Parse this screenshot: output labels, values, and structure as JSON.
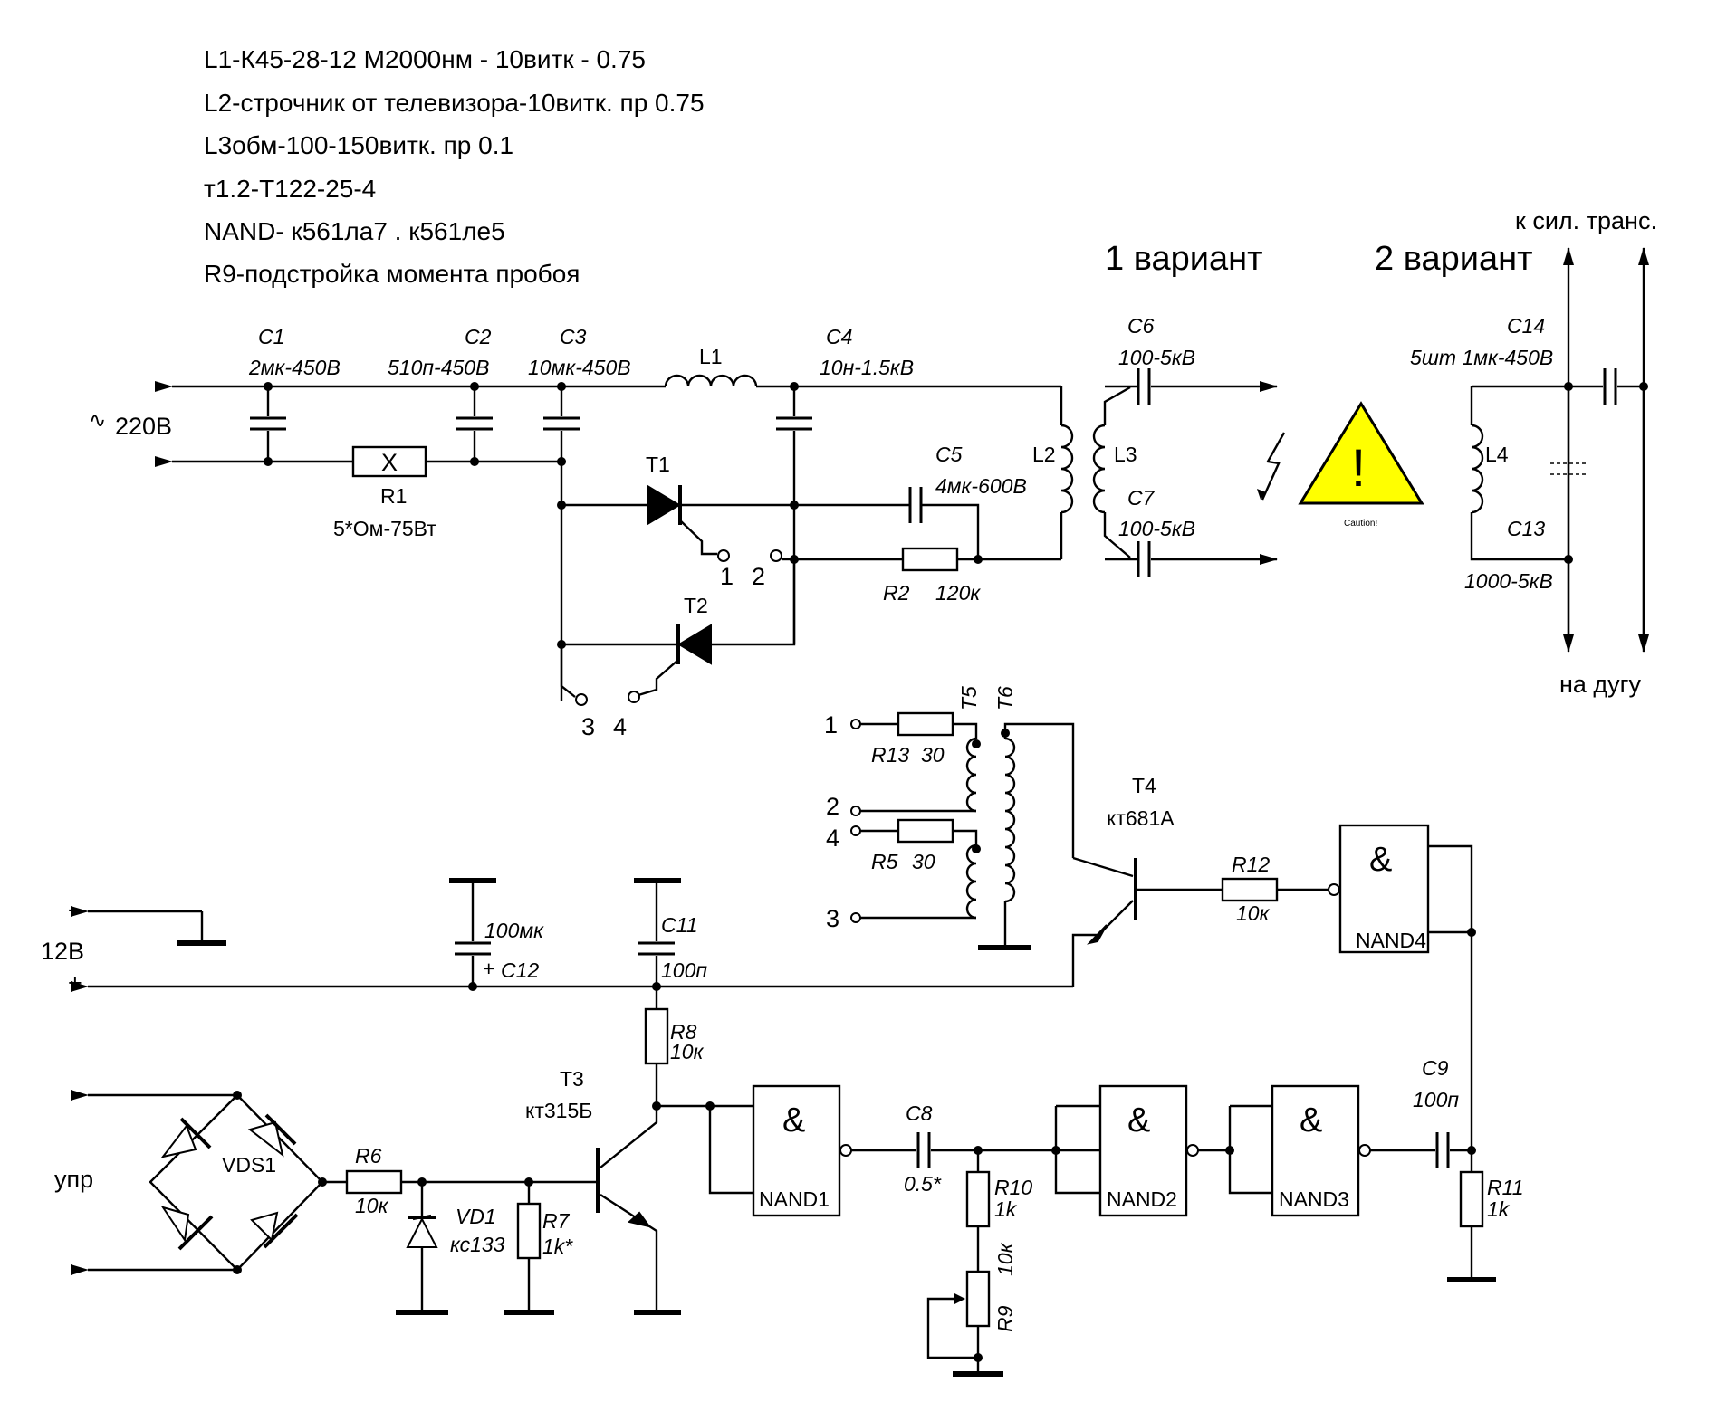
{
  "notes": [
    "L1-К45-28-12 М2000нм - 10витк - 0.75",
    "L2-строчник от телевизора-10витк. пр 0.75",
    "L3обм-100-150витк. пр 0.1",
    "т1.2-Т122-25-4",
    "NAND-    к561ла7 . к561ле5",
    "R9-подстройка момента пробоя"
  ],
  "headings": {
    "variant1": "1 вариант",
    "variant2": "2 вариант",
    "to_power_transformer": "к сил. транс.",
    "to_arc": "на дугу",
    "caution": "Caution!",
    "exclamation": "!"
  },
  "power": {
    "mains": "220В",
    "ac_symbol": "∿",
    "dc_voltage": "12В",
    "minus": "-",
    "plus": "+",
    "control": "упр"
  },
  "components": {
    "C1": {
      "ref": "C1",
      "value": "2мк-450В"
    },
    "C2": {
      "ref": "C2",
      "value": "510п-450В"
    },
    "C3": {
      "ref": "C3",
      "value": "10мк-450В"
    },
    "C4": {
      "ref": "C4",
      "value": "10н-1.5кВ"
    },
    "C5": {
      "ref": "C5",
      "value": "4мк-600В"
    },
    "C6": {
      "ref": "C6",
      "value": "100-5кВ"
    },
    "C7": {
      "ref": "C7",
      "value": "100-5кВ"
    },
    "C8": {
      "ref": "C8",
      "value": "0.5*"
    },
    "C9": {
      "ref": "C9",
      "value": "100п"
    },
    "C11": {
      "ref": "C11",
      "value": "100п"
    },
    "C12": {
      "ref": "C12",
      "value": "100мк"
    },
    "C13": {
      "ref": "C13",
      "value": "1000-5кВ"
    },
    "C14": {
      "ref": "C14",
      "value": "5шт 1мк-450В"
    },
    "L1": {
      "ref": "L1"
    },
    "L2": {
      "ref": "L2"
    },
    "L3": {
      "ref": "L3"
    },
    "L4": {
      "ref": "L4"
    },
    "R1": {
      "ref": "R1",
      "value": "5*Ом-75Вт",
      "mark": "X"
    },
    "R2": {
      "ref": "R2",
      "value": "120к"
    },
    "R5": {
      "ref": "R5",
      "value": "30"
    },
    "R6": {
      "ref": "R6",
      "value": "10к"
    },
    "R7": {
      "ref": "R7",
      "value": "1k*"
    },
    "R8": {
      "ref": "R8",
      "value": "10к"
    },
    "R9": {
      "ref": "R9",
      "value": "10к"
    },
    "R10": {
      "ref": "R10",
      "value": "1k"
    },
    "R11": {
      "ref": "R11",
      "value": "1k"
    },
    "R12": {
      "ref": "R12",
      "value": "10к"
    },
    "R13": {
      "ref": "R13",
      "value": "30"
    },
    "T1": {
      "ref": "T1"
    },
    "T2": {
      "ref": "T2"
    },
    "T3": {
      "ref": "T3",
      "value": "кт315Б"
    },
    "T4": {
      "ref": "T4",
      "value": "кт681А"
    },
    "T5": {
      "ref": "T5"
    },
    "T6": {
      "ref": "T6"
    },
    "VD1": {
      "ref": "VD1",
      "value": "кс133"
    },
    "VDS1": {
      "ref": "VDS1"
    },
    "NAND1": {
      "ref": "NAND1",
      "symbol": "&"
    },
    "NAND2": {
      "ref": "NAND2",
      "symbol": "&"
    },
    "NAND3": {
      "ref": "NAND3",
      "symbol": "&"
    },
    "NAND4": {
      "ref": "NAND4",
      "symbol": "&"
    }
  },
  "terminals": {
    "t1": "1",
    "t2": "2",
    "t3": "3",
    "t4": "4"
  },
  "colors": {
    "warning_fill": "#ffff00",
    "ink": "#000000",
    "paper": "#ffffff"
  }
}
